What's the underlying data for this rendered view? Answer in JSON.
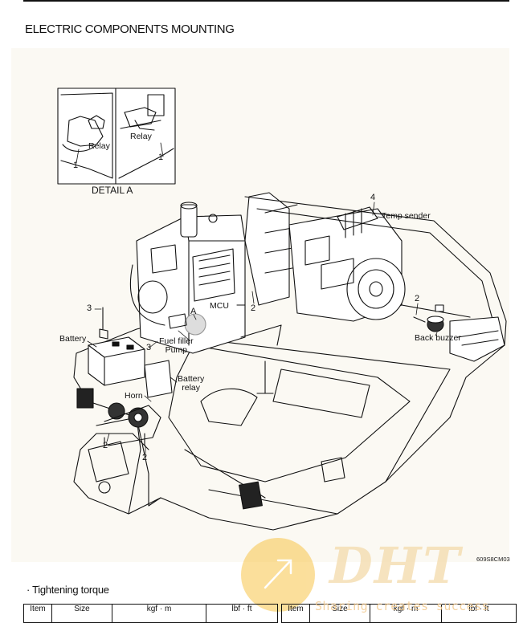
{
  "page": {
    "title": "ELECTRIC COMPONENTS MOUNTING",
    "figure_code": "609S8CM03"
  },
  "detail": {
    "caption": "DETAIL A",
    "relay_left": "Relay",
    "relay_right": "Relay",
    "callout_left": "1",
    "callout_right": "1"
  },
  "labels": {
    "temp_sender": "Temp sender",
    "mcu": "MCU",
    "callout_a": "A",
    "battery": "Battery",
    "fuel_filler_pump": "Fuel filler\nPump",
    "battery_relay": "Battery\nrelay",
    "horn": "Horn",
    "back_buzzer": "Back buzzer"
  },
  "callouts": {
    "c4": "4",
    "c2_mcu": "2",
    "c3_left": "3",
    "c3_battery": "3",
    "c2_buzzer": "2",
    "c2_horn_a": "2",
    "c2_horn_b": "2"
  },
  "torque": {
    "heading": "· Tightening torque",
    "tables": [
      {
        "headers": [
          "Item",
          "Size",
          "kgf · m",
          "lbf · ft"
        ]
      },
      {
        "headers": [
          "Item",
          "Size",
          "kgf · m",
          "lbf · ft"
        ]
      }
    ]
  },
  "watermark": {
    "logo": "DHT",
    "tagline": "Sharing creates success"
  }
}
